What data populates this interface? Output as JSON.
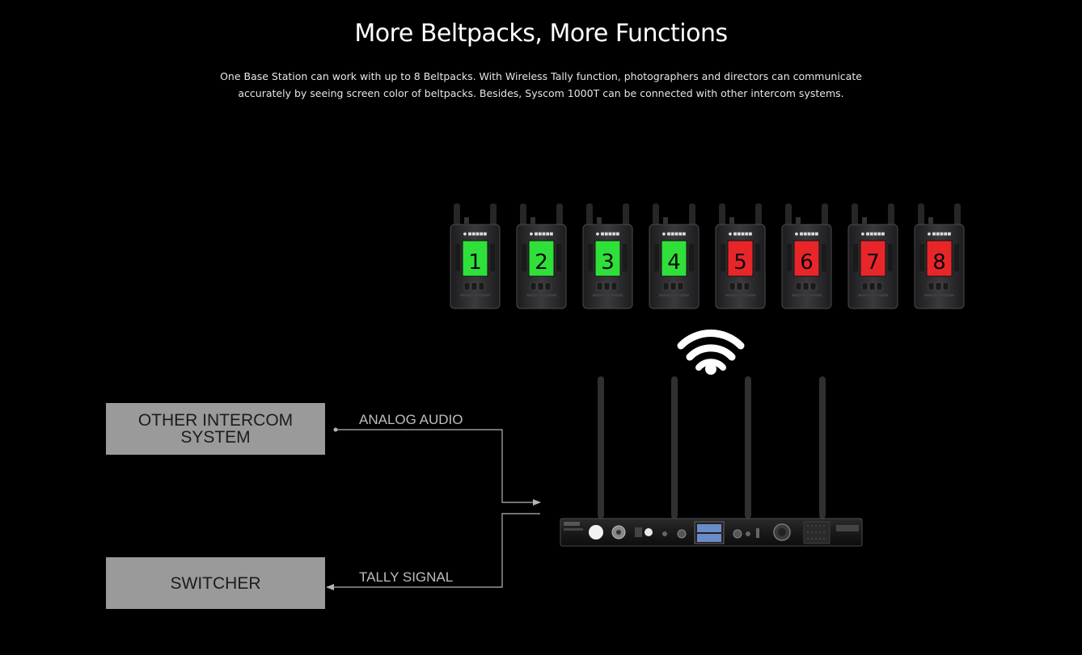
{
  "header": {
    "title": "More Beltpacks, More Functions",
    "description_line1": "One Base Station can work with up to 8 Beltpacks. With Wireless Tally function, photographers and directors can communicate",
    "description_line2": "accurately by seeing screen color of beltpacks. Besides, Syscom 1000T can be connected with other intercom systems."
  },
  "boxes": {
    "intercom_line1": "OTHER INTERCOM",
    "intercom_line2": "SYSTEM",
    "switcher": "SWITCHER"
  },
  "signals": {
    "analog": "ANALOG AUDIO",
    "tally": "TALLY SIGNAL"
  },
  "beltpacks": [
    {
      "number": "1",
      "tally": "green"
    },
    {
      "number": "2",
      "tally": "green"
    },
    {
      "number": "3",
      "tally": "green"
    },
    {
      "number": "4",
      "tally": "green"
    },
    {
      "number": "5",
      "tally": "red"
    },
    {
      "number": "6",
      "tally": "red"
    },
    {
      "number": "7",
      "tally": "red"
    },
    {
      "number": "8",
      "tally": "red"
    }
  ],
  "colors": {
    "background": "#000000",
    "tally_green": "#2fe03a",
    "tally_red": "#e8262a",
    "box_fill": "#9a9a9a",
    "line": "#b5b5b5",
    "device_body": "#2c2c2e"
  },
  "icons": {
    "wireless": "wifi-icon"
  }
}
